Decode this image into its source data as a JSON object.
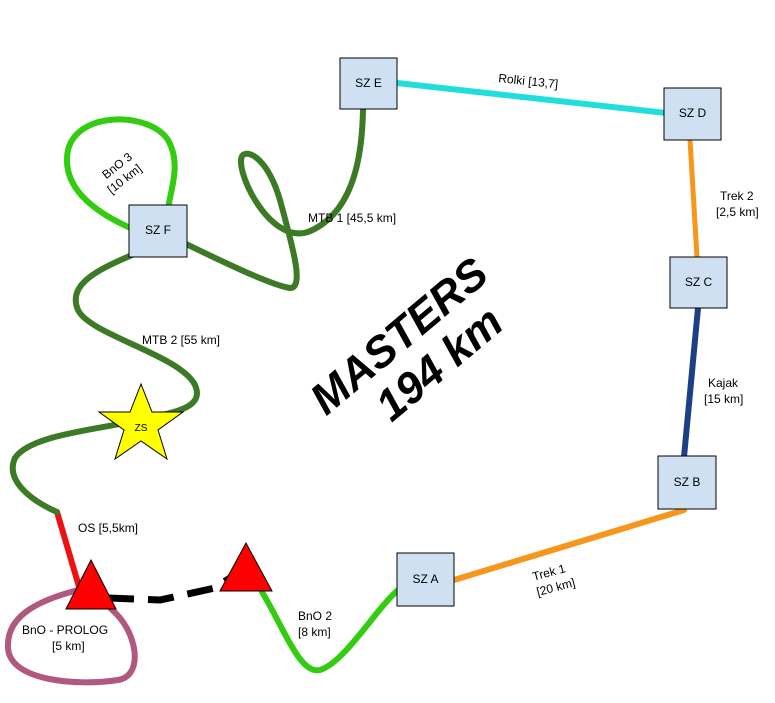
{
  "title": {
    "line1": "MASTERS",
    "line2": "194 km"
  },
  "checkpoints": {
    "sz_a": "SZ A",
    "sz_b": "SZ B",
    "sz_c": "SZ C",
    "sz_d": "SZ D",
    "sz_e": "SZ E",
    "sz_f": "SZ F",
    "zs": "ZS"
  },
  "segments": {
    "prolog": {
      "line1": "BnO - PROLOG",
      "line2": "[5 km]",
      "color": "#b05880"
    },
    "os": {
      "line1": "OS [5,5km]",
      "color": "#ee1111"
    },
    "mtb2": {
      "line1": "MTB 2 [55 km]",
      "color": "#3d7a25"
    },
    "bno3": {
      "line1": "BnO 3",
      "line2": "[10 km]",
      "color": "#33cc11"
    },
    "mtb1": {
      "line1": "MTB 1 [45,5 km]",
      "color": "#3d7a25"
    },
    "rolki": {
      "line1": "Rolki [13,7]",
      "color": "#22dddd"
    },
    "trek2": {
      "line1": "Trek 2",
      "line2": "[2,5 km]",
      "color": "#f7961d"
    },
    "kajak": {
      "line1": "Kajak",
      "line2": "[15 km]",
      "color": "#1c3f85"
    },
    "trek1": {
      "line1": "Trek 1",
      "line2": "[20 km]",
      "color": "#f7961d"
    },
    "bno2": {
      "line1": "BnO 2",
      "line2": "[8 km]",
      "color": "#33cc11"
    }
  },
  "colors": {
    "checkpoint_fill": "#cfe0f2",
    "start_triangle": "#ff0000",
    "zs_star": "#ffff00",
    "transfer_dashed": "#000000"
  }
}
